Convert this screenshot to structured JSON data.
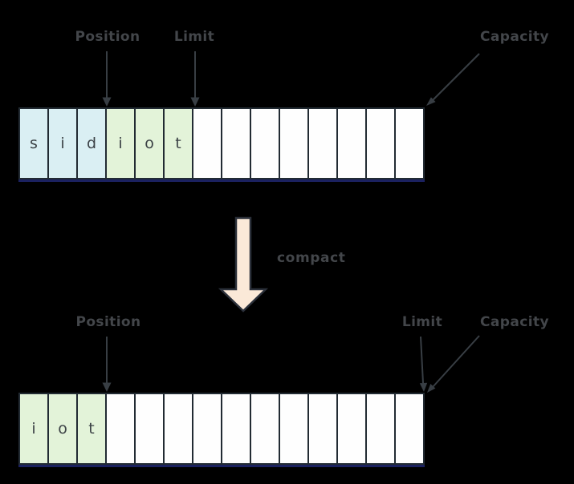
{
  "colors": {
    "background": "#000000",
    "cell_blue": "#daeff3",
    "cell_green": "#e3f3d9",
    "cell_white": "#fefefe",
    "cell_border": "#222b33",
    "underline_navy": "#1b2160",
    "label_text": "#43464a",
    "cell_text": "#3c4246",
    "arrow_stroke": "#383e44",
    "big_arrow_fill": "#fbe9d8",
    "big_arrow_stroke": "#2b303a"
  },
  "top_diagram": {
    "labels": {
      "position": "Position",
      "limit": "Limit",
      "capacity": "Capacity"
    },
    "cells": [
      {
        "letter": "s",
        "color": "blue"
      },
      {
        "letter": "i",
        "color": "blue"
      },
      {
        "letter": "d",
        "color": "blue"
      },
      {
        "letter": "i",
        "color": "green"
      },
      {
        "letter": "o",
        "color": "green"
      },
      {
        "letter": "t",
        "color": "green"
      },
      {
        "letter": "",
        "color": "white"
      },
      {
        "letter": "",
        "color": "white"
      },
      {
        "letter": "",
        "color": "white"
      },
      {
        "letter": "",
        "color": "white"
      },
      {
        "letter": "",
        "color": "white"
      },
      {
        "letter": "",
        "color": "white"
      },
      {
        "letter": "",
        "color": "white"
      },
      {
        "letter": "",
        "color": "white"
      }
    ]
  },
  "transform": {
    "label": "compact"
  },
  "bottom_diagram": {
    "labels": {
      "position": "Position",
      "limit": "Limit",
      "capacity": "Capacity"
    },
    "cells": [
      {
        "letter": "i",
        "color": "green"
      },
      {
        "letter": "o",
        "color": "green"
      },
      {
        "letter": "t",
        "color": "green"
      },
      {
        "letter": "",
        "color": "white"
      },
      {
        "letter": "",
        "color": "white"
      },
      {
        "letter": "",
        "color": "white"
      },
      {
        "letter": "",
        "color": "white"
      },
      {
        "letter": "",
        "color": "white"
      },
      {
        "letter": "",
        "color": "white"
      },
      {
        "letter": "",
        "color": "white"
      },
      {
        "letter": "",
        "color": "white"
      },
      {
        "letter": "",
        "color": "white"
      },
      {
        "letter": "",
        "color": "white"
      },
      {
        "letter": "",
        "color": "white"
      }
    ]
  }
}
